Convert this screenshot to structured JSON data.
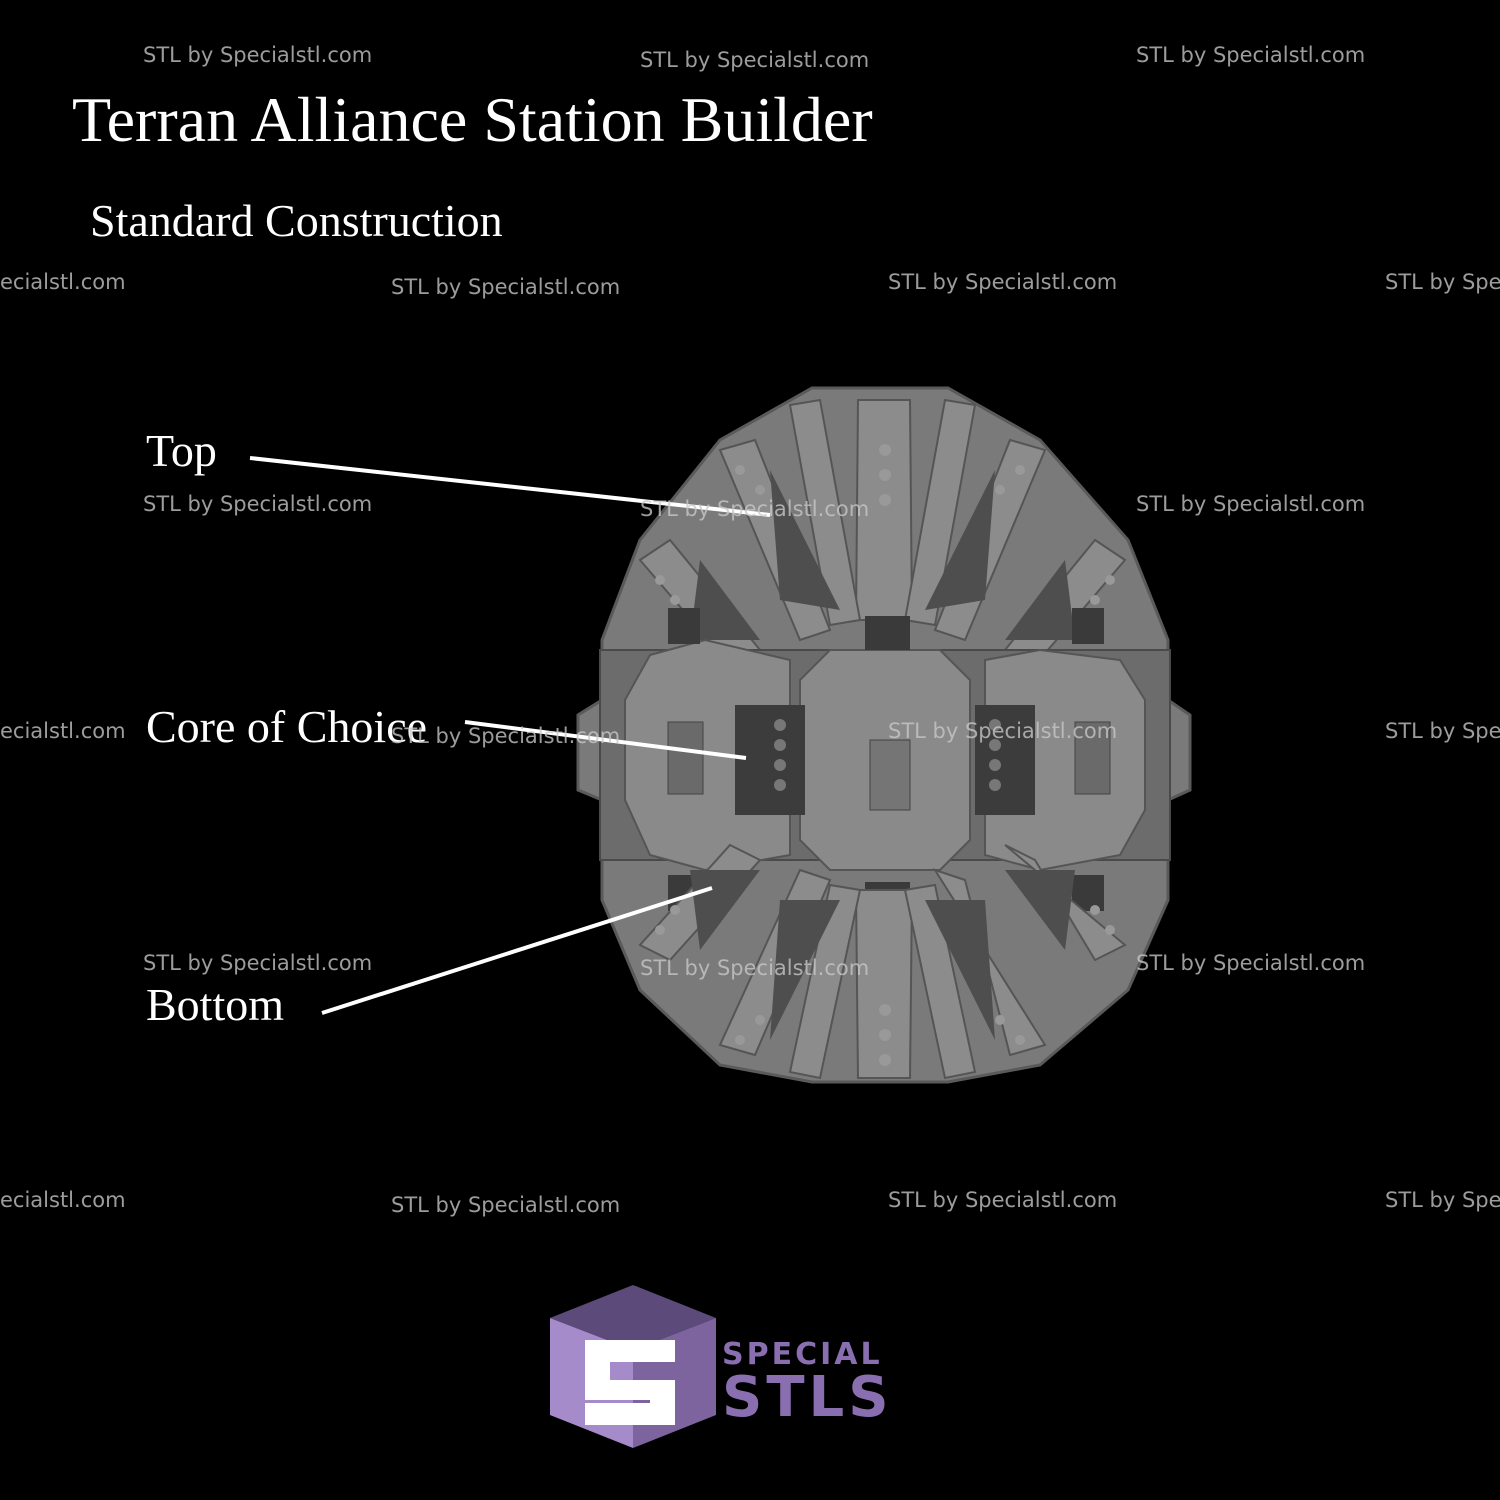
{
  "title": "Terran Alliance Station Builder",
  "subtitle": "Standard Construction",
  "callouts": {
    "top": "Top",
    "core": "Core of Choice",
    "bottom": "Bottom"
  },
  "watermark": {
    "text": "STL by Specialstl.com",
    "clipped_left": "ecialstl.com",
    "clipped_right": "STL by Spec"
  },
  "logo": {
    "text_line1": "SPECIAL",
    "text_line2": "STLS",
    "color": "#8a6fb0"
  },
  "colors": {
    "background": "#000000",
    "station_gray": "#7b7b7b",
    "label": "#ffffff"
  }
}
